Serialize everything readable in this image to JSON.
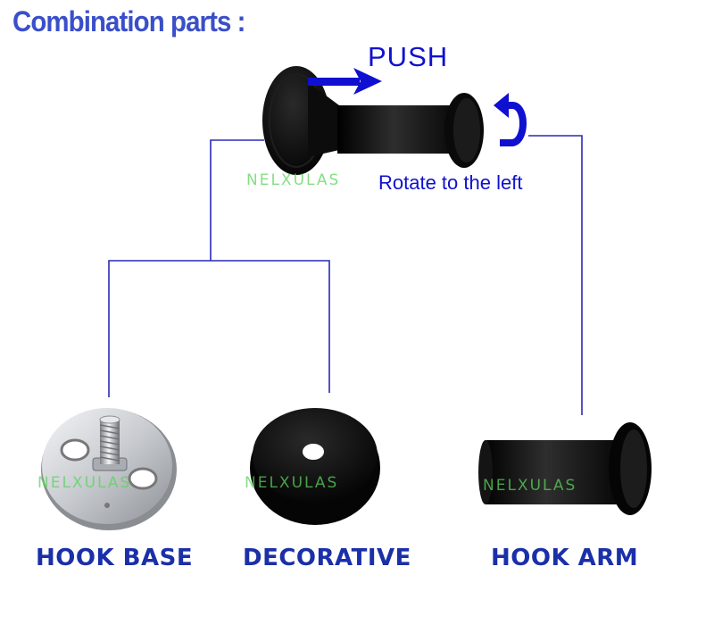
{
  "title": "Combination parts :",
  "push_label": "PUSH",
  "rotate_label": "Rotate to the left",
  "watermark": "NELXULAS",
  "parts": [
    {
      "label": "HOOK BASE"
    },
    {
      "label": "DECORATIVE"
    },
    {
      "label": "HOOK ARM"
    }
  ],
  "colors": {
    "title": "#3a4fc9",
    "arrow": "#1010d0",
    "connector": "#2a2ab8",
    "label": "#1a2fa8",
    "watermark": "#5bd35b",
    "metal_black": "#0b0b0b",
    "steel": "#c9ccd0"
  }
}
